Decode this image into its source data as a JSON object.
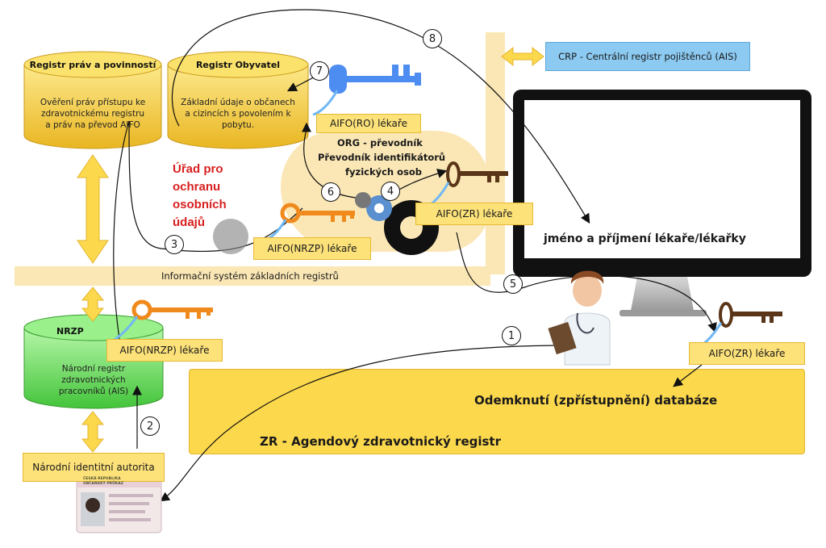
{
  "registers": {
    "rpp": {
      "title": "Registr práv a povinností",
      "lines": [
        "Ověření práv přístupu ke",
        "zdravotnickému registru",
        "a práv na převod AIFO"
      ]
    },
    "rob": {
      "title": "Registr Obyvatel",
      "lines": [
        "Základní údaje o občanech",
        "a cizincích s povolením k",
        "pobytu."
      ]
    },
    "nrzp": {
      "title": "NRZP",
      "lines": [
        "Národní registr",
        "zdravotnických",
        "pracovníků (AIS)"
      ]
    }
  },
  "uoou": [
    "Úřad pro",
    "ochranu",
    "osobních",
    "údajů"
  ],
  "org": [
    "ORG - převodník",
    "Převodník identifikátorů",
    "fyzických osob"
  ],
  "labels": {
    "aifo_ro": "AIFO(RO) lékaře",
    "aifo_zr_org": "AIFO(ZR) lékaře",
    "aifo_nrzp_top": "AIFO(NRZP) lékaře",
    "aifo_nrzp_left": "AIFO(NRZP) lékaře",
    "aifo_zr_right": "AIFO(ZR) lékaře",
    "crp": "CRP - Centrální registr pojištěnců (AIS)",
    "isrz": "Informační systém základních registrů",
    "nia": "Národní identitní autorita",
    "monitor": "jméno a příjmení lékaře/lékařky",
    "unlock": "Odemknutí (zpřístupnění) databáze",
    "zr": "ZR - Agendový zdravotnický registr"
  },
  "steps": [
    "1",
    "2",
    "3",
    "4",
    "5",
    "6",
    "7",
    "8"
  ],
  "id_card": {
    "line1": "ČESKÁ REPUBLIKA",
    "line2": "OBČANSKÝ PRŮKAZ"
  },
  "colors": {
    "yellow": "#fcd84c",
    "bar": "#fbe7b5",
    "green": "#7ee36d",
    "crp_blue": "#8ccaf2",
    "key_orange": "#f08a1c",
    "key_brown": "#5a3518",
    "key_blue": "#4d8cf0",
    "uoou_red": "#d81f1f"
  }
}
